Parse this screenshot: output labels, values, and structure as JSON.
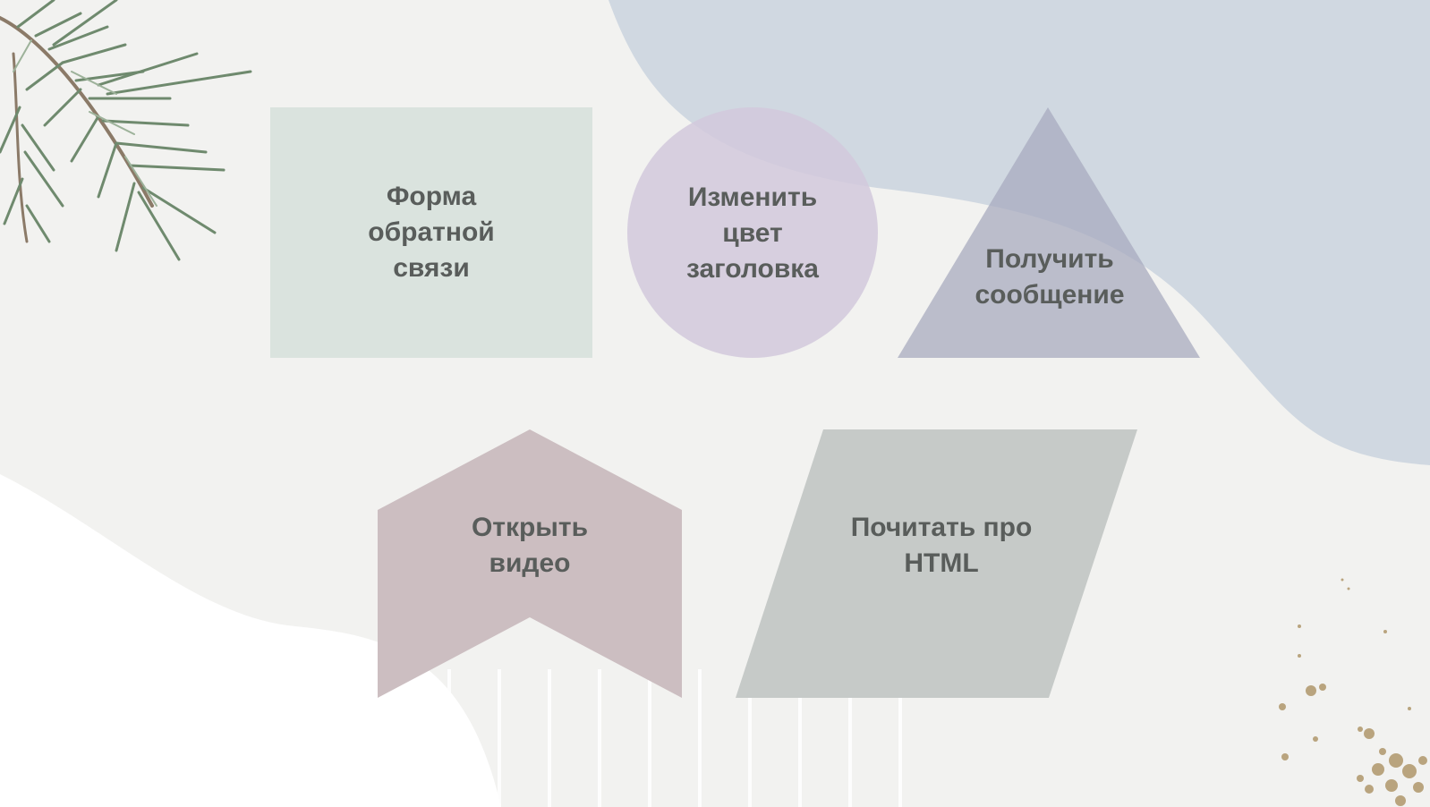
{
  "colors": {
    "background": "#f2f2f0",
    "blob_blue": "#ccd5df",
    "rectangle": "#d8e2dc",
    "circle": "#d2c9dc",
    "triangle": "#a8abbf",
    "chevron": "#c9bbbe",
    "parallelogram": "#c3c7c5",
    "text": "#595d5b"
  },
  "shapes": {
    "rectangle": {
      "label": "Форма\nобратной\nсвязи"
    },
    "circle": {
      "label": "Изменить\nцвет\nзаголовка"
    },
    "triangle": {
      "label": "Получить\nсообщение"
    },
    "chevron": {
      "label": "Открыть\nвидео"
    },
    "parallelogram": {
      "label": "Почитать про\nHTML"
    }
  },
  "decorations": {
    "branch": "pine-branch-icon",
    "sparkles": "gold-sparkles-icon"
  }
}
